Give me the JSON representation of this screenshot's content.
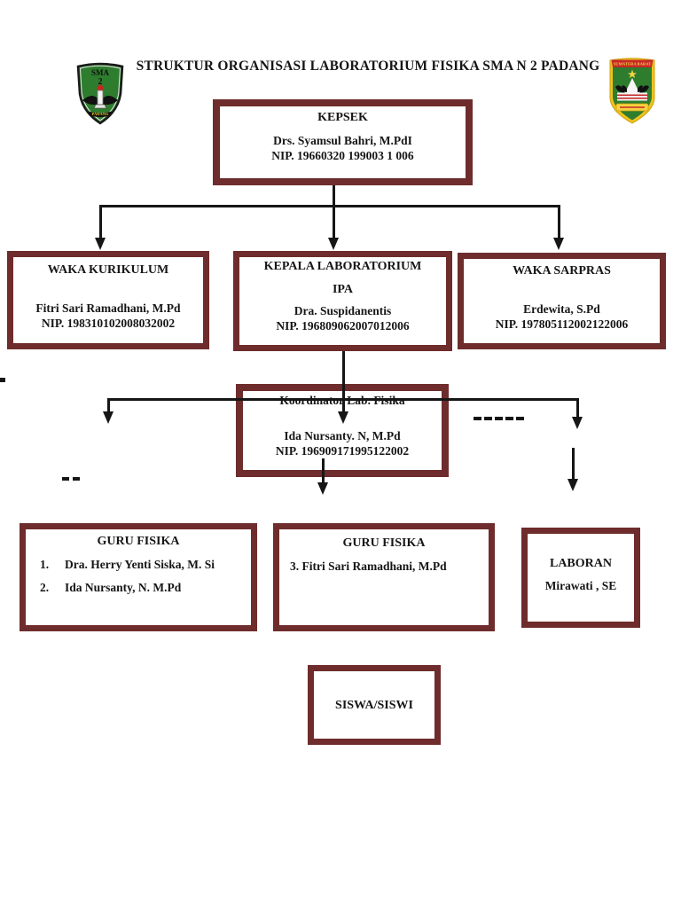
{
  "document": {
    "title": "STRUKTUR ORGANISASI LABORATORIUM FISIKA SMA N 2 PADANG"
  },
  "logos": {
    "school": {
      "text_top": "SMA",
      "text_number": "2",
      "text_bottom": "PADANG"
    },
    "province": {
      "banner": "SUMATERA BARAT"
    }
  },
  "colors": {
    "box_border": "#6e2c2c",
    "connector": "#161616",
    "logo_green": "#2e7d2e",
    "logo_red": "#c62828",
    "logo_yellow": "#f5d33f"
  },
  "org": {
    "kepsek": {
      "role": "KEPSEK",
      "name": "Drs. Syamsul Bahri, M.PdI",
      "nip": "NIP. 19660320 199003 1 006"
    },
    "waka_kurikulum": {
      "role": "WAKA KURIKULUM",
      "name": "Fitri Sari Ramadhani, M.Pd",
      "nip": "NIP. 198310102008032002"
    },
    "kepala_laboratorium": {
      "role_line1": "KEPALA LABORATORIUM",
      "role_line2": "IPA",
      "name": "Dra. Suspidanentis",
      "nip": "NIP. 196809062007012006"
    },
    "waka_sarpras": {
      "role": "WAKA SARPRAS",
      "name": "Erdewita, S.Pd",
      "nip": "NIP. 197805112002122006"
    },
    "koordinator_lab": {
      "role": "Koordinator Lab. Fisika",
      "name": "Ida Nursanty. N, M.Pd",
      "nip": "NIP. 196909171995122002"
    },
    "guru_fisika_kiri": {
      "role": "GURU FISIKA",
      "items": [
        {
          "num": "1.",
          "text": "Dra. Herry Yenti Siska, M. Si"
        },
        {
          "num": "2.",
          "text": "Ida Nursanty, N. M.Pd"
        }
      ]
    },
    "guru_fisika_tengah": {
      "role": "GURU FISIKA",
      "item": "3. Fitri Sari Ramadhani, M.Pd"
    },
    "laboran": {
      "role": "LABORAN",
      "name": "Mirawati , SE"
    },
    "siswa": {
      "role": "SISWA/SISWI"
    }
  }
}
